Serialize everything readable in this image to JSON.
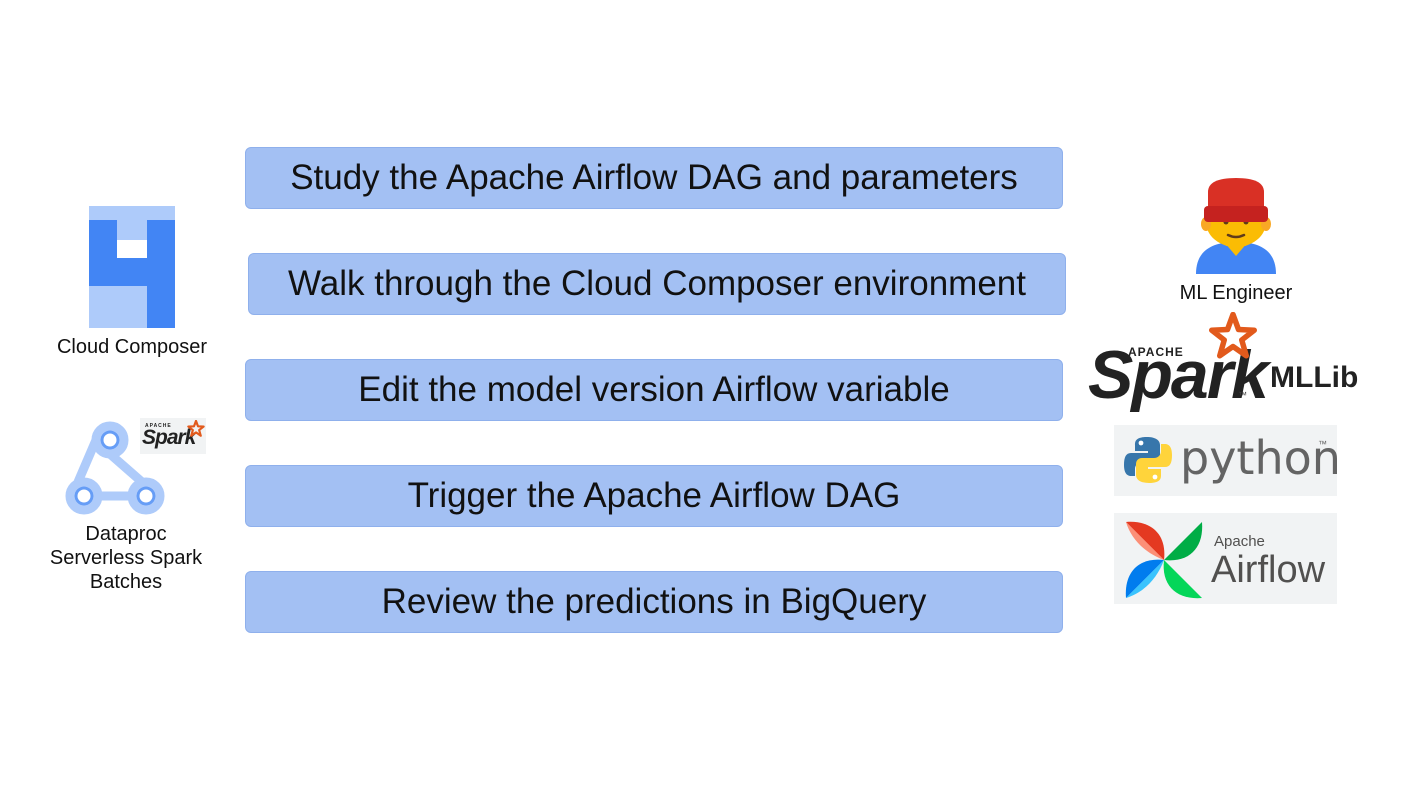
{
  "steps": [
    "Study the Apache Airflow DAG and parameters",
    "Walk through the Cloud Composer environment",
    "Edit the model version Airflow variable",
    "Trigger the Apache Airflow DAG",
    "Review the predictions in BigQuery"
  ],
  "left": {
    "cloud_composer_label": "Cloud Composer",
    "dataproc_label_lines": [
      "Dataproc",
      "Serverless Spark",
      "Batches"
    ],
    "mini_spark_apache": "APACHE",
    "mini_spark_text": "Spark"
  },
  "right": {
    "ml_engineer_label": "ML Engineer",
    "spark_apache": "APACHE",
    "spark_text": "Spark",
    "spark_tm": "™",
    "mllib_label": "MLLib",
    "python_text": "python",
    "python_tm": "™",
    "airflow_apache": "Apache",
    "airflow_text": "Airflow"
  },
  "colors": {
    "step_fill": "#a3c0f3",
    "composer_dark": "#4285f4",
    "composer_light": "#aecbfa",
    "spark_orange": "#e25a1c",
    "hat_red": "#d93025"
  }
}
